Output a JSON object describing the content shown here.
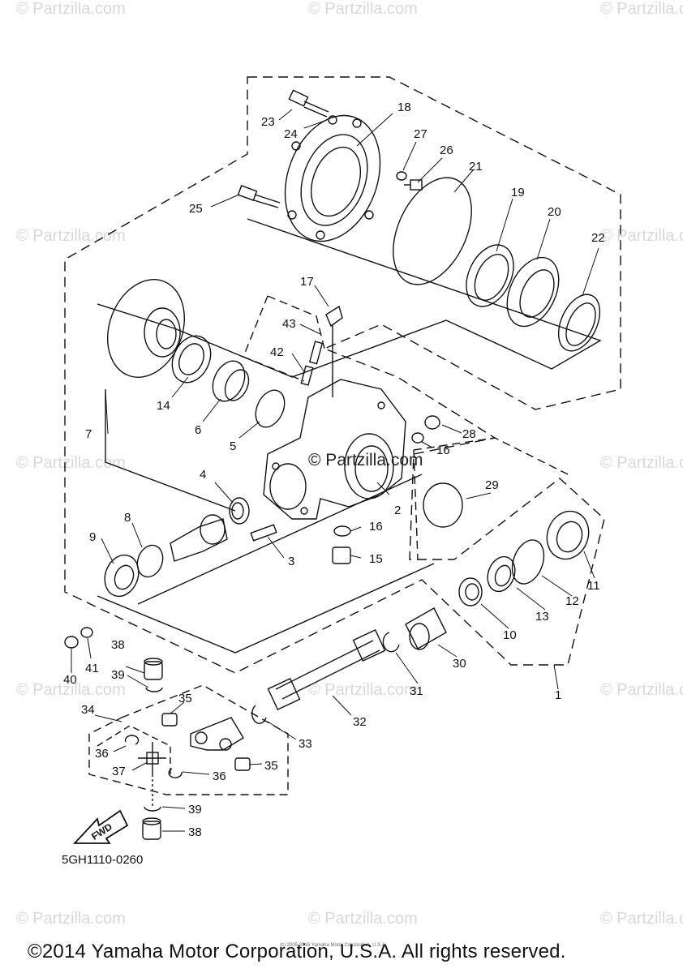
{
  "watermarks": {
    "brand": "© Partzilla.com",
    "center": "© Partzilla.com"
  },
  "callouts": {
    "c1": "1",
    "c2": "2",
    "c3": "3",
    "c4": "4",
    "c5": "5",
    "c6": "6",
    "c7": "7",
    "c8": "8",
    "c9": "9",
    "c10": "10",
    "c11": "11",
    "c12": "12",
    "c13": "13",
    "c14": "14",
    "c15": "15",
    "c16a": "16",
    "c16b": "16",
    "c17": "17",
    "c18": "18",
    "c19": "19",
    "c20": "20",
    "c21": "21",
    "c22": "22",
    "c23": "23",
    "c24": "24",
    "c25": "25",
    "c26": "26",
    "c27": "27",
    "c28": "28",
    "c29": "29",
    "c30": "30",
    "c31": "31",
    "c32": "32",
    "c33": "33",
    "c34": "34",
    "c35a": "35",
    "c35b": "35",
    "c36a": "36",
    "c36b": "36",
    "c37": "37",
    "c38a": "38",
    "c38b": "38",
    "c39a": "39",
    "c39b": "39",
    "c40": "40",
    "c41": "41",
    "c42": "42",
    "c43": "43"
  },
  "fwd_label": "FWD",
  "part_code": "5GH1110-0260",
  "copyright": "©2014 Yamaha Motor Corporation, U.S.A. All rights reserved.",
  "tiny_copyright": "(c) 2005-2016 Yamaha Motor Corporation, U.S.A."
}
